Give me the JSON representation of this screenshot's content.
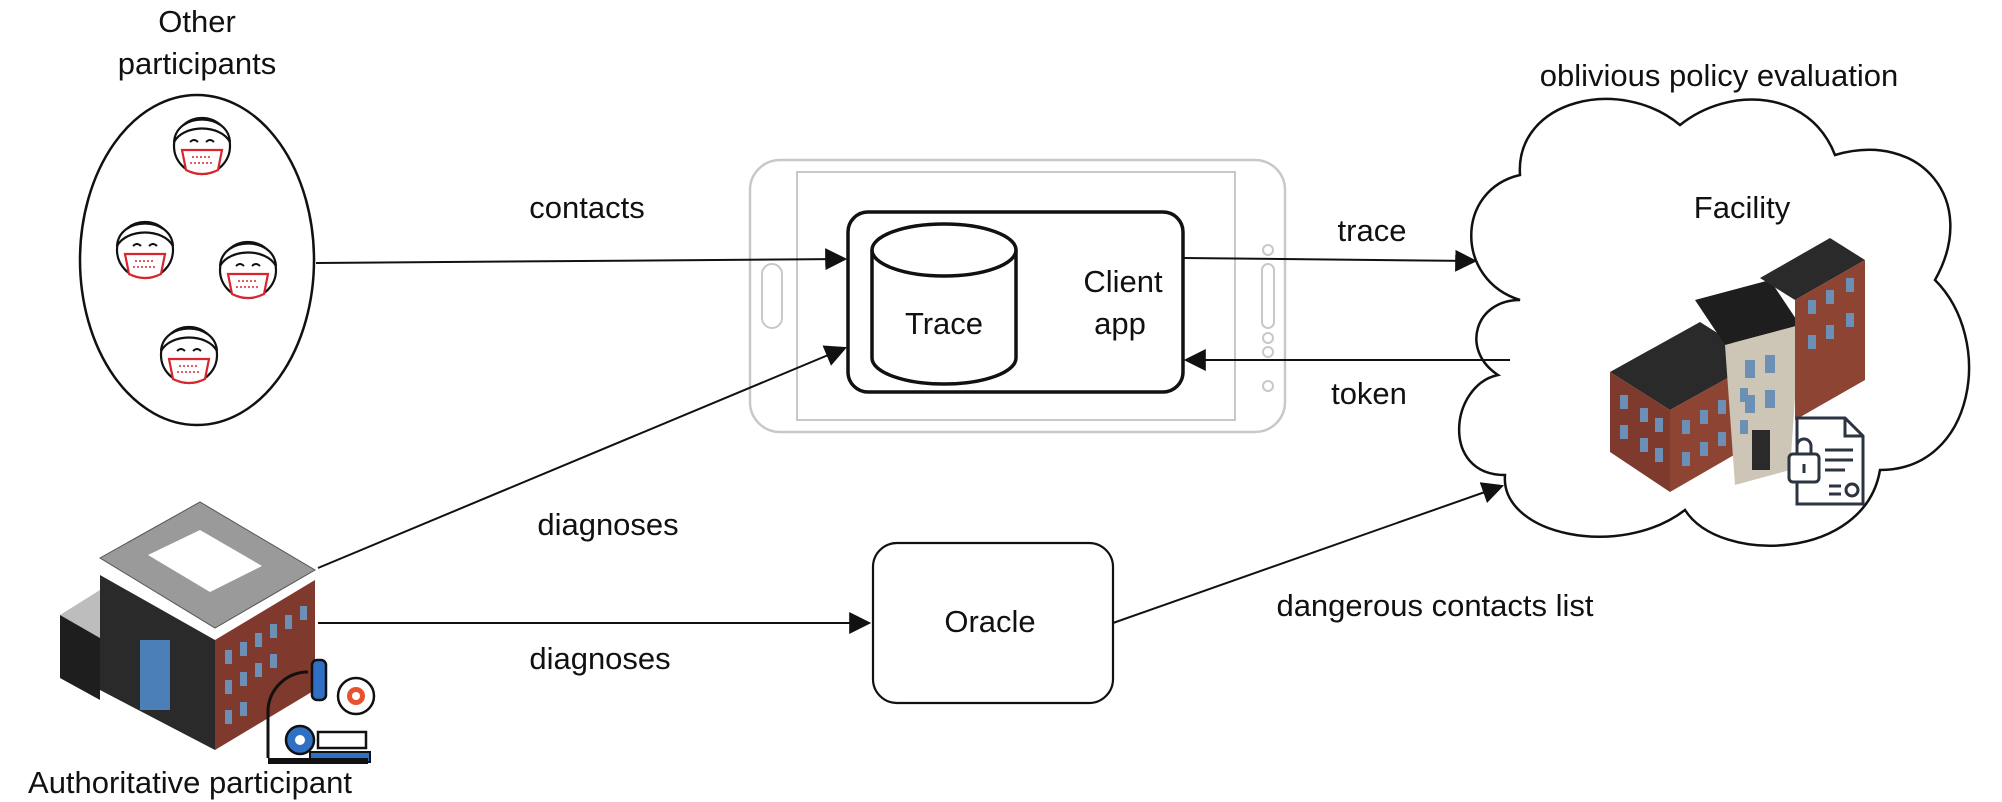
{
  "nodes": {
    "other_participants": [
      "Other",
      "participants"
    ],
    "authoritative_participant": "Authoritative participant",
    "trace_store": "Trace",
    "client_app": [
      "Client",
      "app"
    ],
    "oracle": "Oracle",
    "facility": "Facility",
    "cloud_caption": "oblivious policy evaluation"
  },
  "edges": {
    "contacts": "contacts",
    "trace": "trace",
    "token": "token",
    "diagnoses_to_app": "diagnoses",
    "diagnoses_to_oracle": "diagnoses",
    "dangerous_contacts": "dangerous contacts list"
  },
  "colors": {
    "stroke": "#111111",
    "phone_outline": "#c8c8c8",
    "mask": "#d9262e",
    "building_dark": "#222222",
    "building_brick": "#8a3b2e",
    "window": "#6c8fb5",
    "microscope": "#2f6fc4",
    "gear": "#e8532f"
  },
  "icons": [
    "masked-person-icon",
    "hospital-building-icon",
    "microscope-icon",
    "facility-building-icon",
    "secure-document-icon"
  ]
}
